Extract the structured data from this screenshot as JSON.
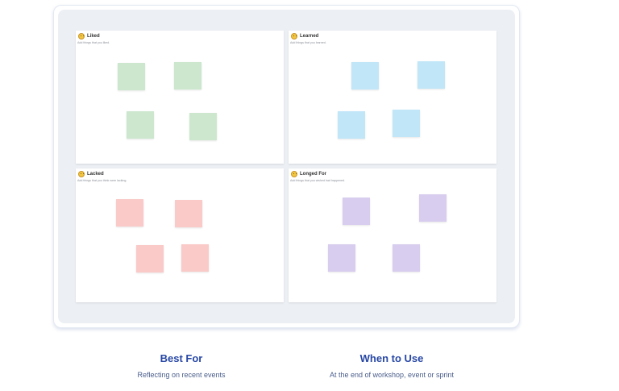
{
  "board": {
    "quadrants": {
      "liked": {
        "title": "Liked",
        "subtitle": "Add things that you liked.",
        "note_color": "#cde7cf",
        "icon": "grinning-face-icon"
      },
      "learned": {
        "title": "Learned",
        "subtitle": "Add things that you learned.",
        "note_color": "#c0e6f8",
        "icon": "thinking-face-icon"
      },
      "lacked": {
        "title": "Lacked",
        "subtitle": "Add things that you think were lacking.",
        "note_color": "#f9cac8",
        "icon": "disappointed-face-icon"
      },
      "longed": {
        "title": "Longed For",
        "subtitle": "Add things that you wished had happened.",
        "note_color": "#d8cdee",
        "icon": "smiling-hearts-face-icon"
      }
    }
  },
  "info": {
    "best_for": {
      "title": "Best For",
      "text": "Reflecting on recent events"
    },
    "when_to_use": {
      "title": "When to Use",
      "text": "At the end of workshop, event or sprint"
    }
  },
  "colors": {
    "accent": "#2747a5",
    "board_background": "#eceff3"
  }
}
